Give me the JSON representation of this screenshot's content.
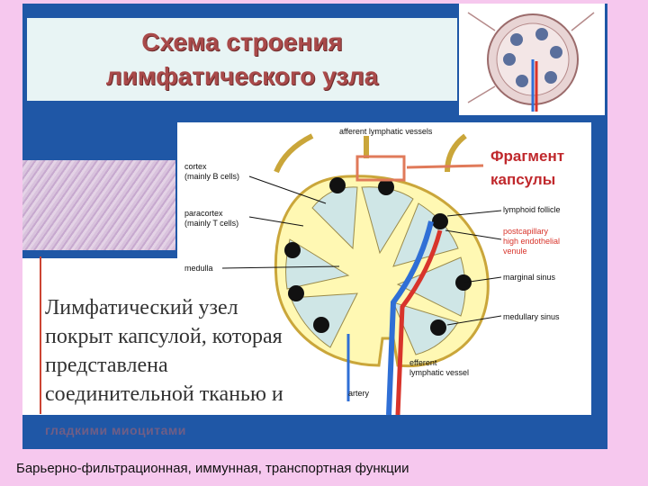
{
  "title": {
    "line1": "Схема строения",
    "line2": "лимфатического узла"
  },
  "diagram": {
    "labels": {
      "efferent_top": "afferent lymphatic vessels",
      "fragment": "Фрагмент\nкапсулы",
      "cortex": "cortex\n(mainly B cells)",
      "paracortex": "paracortex\n(mainly T cells)",
      "lymphoid_follicle": "lymphoid follicle",
      "venule": "postcapillary\nhigh endothelial\nvenule",
      "medulla": "medulla",
      "marginal_sinus": "marginal sinus",
      "medullary_sinus": "medullary sinus",
      "efferent_vessel": "efferent\nlymphatic vessel",
      "artery": "artery"
    },
    "colors": {
      "node_fill": "#fff8b3",
      "node_outline": "#caa63a",
      "lobule": "#cfe6e6",
      "follicle": "#111111",
      "artery": "#d8342b",
      "vein": "#2f6fd6",
      "accent": "#c0282c"
    }
  },
  "body": {
    "lines": [
      "Лимфатический узел",
      "покрыт капсулой, которая",
      "представлена",
      "соединительной тканью и"
    ],
    "muted": "гладкими миоцитами"
  },
  "footer": "Барьерно-фильтрационная, иммунная, транспортная  функции"
}
